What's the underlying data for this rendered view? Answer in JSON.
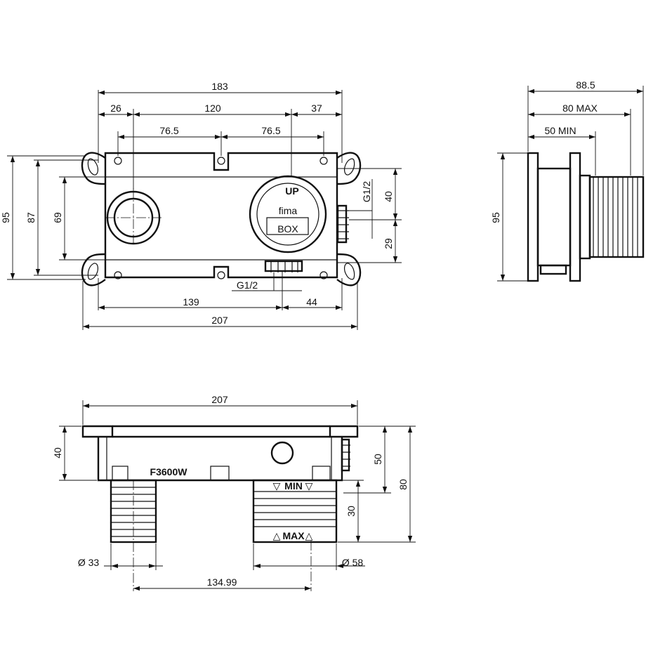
{
  "front": {
    "width_total": "207",
    "width_inner": "183",
    "seg_left": "26",
    "seg_mid": "120",
    "seg_right": "37",
    "hole_left": "76.5",
    "hole_right": "76.5",
    "h_95": "95",
    "h_87": "87",
    "h_69": "69",
    "r_40": "40",
    "r_29": "29",
    "thread_side": "G1/2",
    "thread_bottom": "G1/2",
    "bottom_139": "139",
    "bottom_44": "44",
    "logo_up": "UP",
    "logo_line1": "fima",
    "logo_line2": "BOX"
  },
  "side": {
    "d_885": "88.5",
    "d_80max": "80 MAX",
    "d_50min": "50 MIN",
    "h_95": "95"
  },
  "top": {
    "width": "207",
    "h_40": "40",
    "h_50": "50",
    "h_80": "80",
    "h_30": "30",
    "model": "F3600W",
    "min_label": "MIN",
    "max_label": "MAX",
    "dia_33": "Ø 33",
    "dia_58": "Ø 58",
    "spacing": "134.99"
  }
}
